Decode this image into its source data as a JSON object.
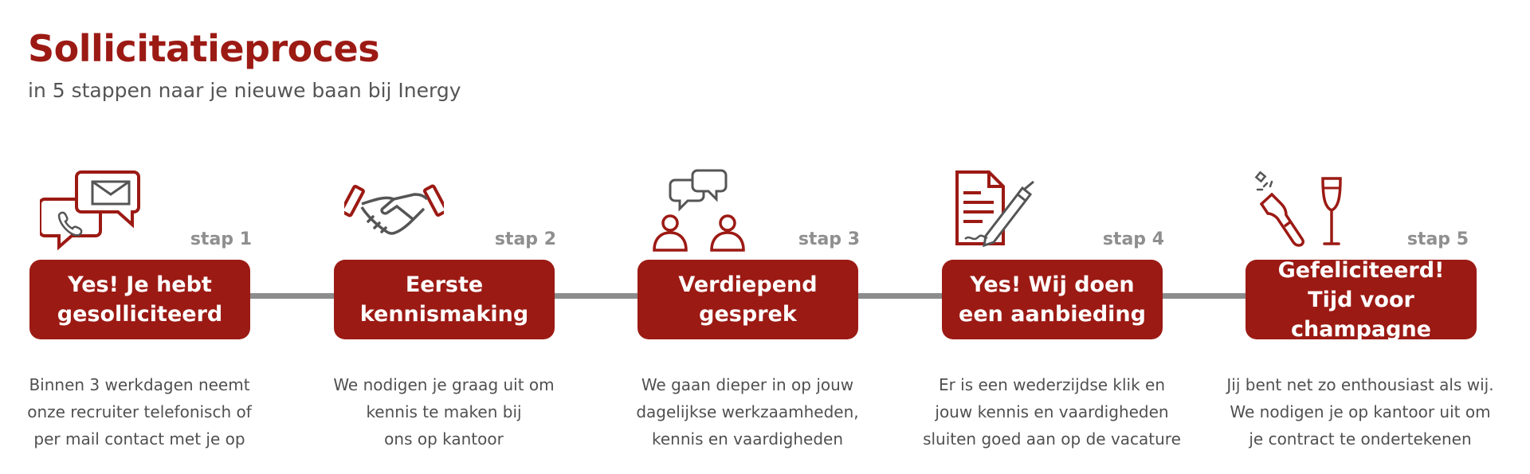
{
  "header": {
    "title": "Sollicitatieproces",
    "subtitle": "in 5 stappen naar je nieuwe baan bij Inergy"
  },
  "colors": {
    "accent": "#9c1a14",
    "line": "#8c8c8c",
    "icon_gray": "#555555",
    "text": "#505050"
  },
  "steps": [
    {
      "label": "stap 1",
      "title": "Yes! Je hebt\ngesolliciteerd",
      "description": "Binnen 3 werkdagen neemt\nonze recruiter telefonisch of\nper mail contact met je op",
      "icon": "chat-phone-mail-icon"
    },
    {
      "label": "stap 2",
      "title": "Eerste\nkennismaking",
      "description": "We nodigen je graag uit om\nkennis te maken bij\nons op kantoor",
      "icon": "handshake-icon"
    },
    {
      "label": "stap 3",
      "title": "Verdiepend\ngesprek",
      "description": "We gaan dieper in op jouw\ndagelijkse werkzaamheden,\nkennis en vaardigheden",
      "icon": "conversation-icon"
    },
    {
      "label": "stap 4",
      "title": "Yes! Wij doen\neen aanbieding",
      "description": "Er is een wederzijdse klik en\njouw kennis en vaardigheden\nsluiten goed aan op de vacature",
      "icon": "contract-pen-icon"
    },
    {
      "label": "stap 5",
      "title": "Gefeliciteerd!\nTijd voor champagne",
      "description": "Jij bent net zo enthousiast als wij.\nWe nodigen je op kantoor uit om\nje contract te ondertekenen",
      "icon": "champagne-icon"
    }
  ]
}
